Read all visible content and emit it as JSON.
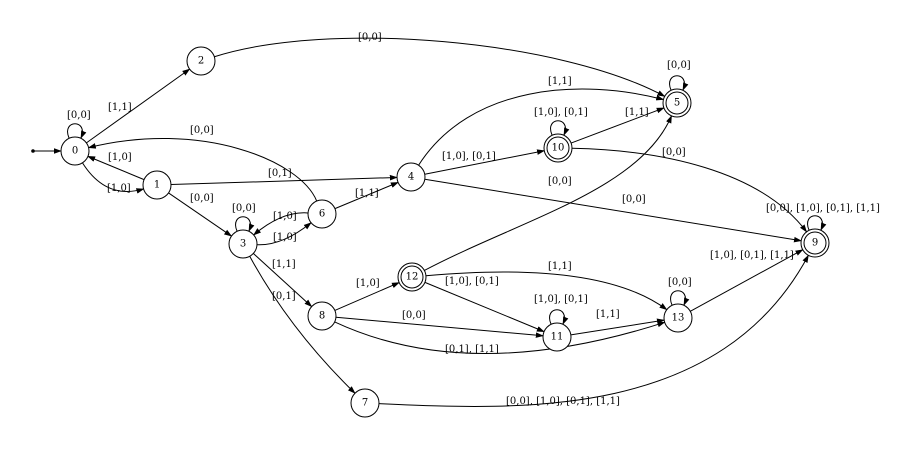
{
  "automaton": {
    "nodes": [
      {
        "id": "0",
        "accepting": false,
        "initial": true
      },
      {
        "id": "1",
        "accepting": false
      },
      {
        "id": "2",
        "accepting": false
      },
      {
        "id": "3",
        "accepting": false
      },
      {
        "id": "4",
        "accepting": false
      },
      {
        "id": "5",
        "accepting": true
      },
      {
        "id": "6",
        "accepting": false
      },
      {
        "id": "7",
        "accepting": false
      },
      {
        "id": "8",
        "accepting": false
      },
      {
        "id": "9",
        "accepting": true
      },
      {
        "id": "10",
        "accepting": true
      },
      {
        "id": "11",
        "accepting": false
      },
      {
        "id": "12",
        "accepting": true
      },
      {
        "id": "13",
        "accepting": false
      }
    ],
    "edges": [
      {
        "from": "0",
        "to": "0",
        "label": "[0,0]"
      },
      {
        "from": "0",
        "to": "2",
        "label": "[1,1]"
      },
      {
        "from": "0",
        "to": "1",
        "label": "[1,0]"
      },
      {
        "from": "1",
        "to": "0",
        "label": "[1,0]"
      },
      {
        "from": "1",
        "to": "4",
        "label": "[0,1]"
      },
      {
        "from": "1",
        "to": "3",
        "label": "[0,0]"
      },
      {
        "from": "2",
        "to": "5",
        "label": "[0,0]"
      },
      {
        "from": "3",
        "to": "3",
        "label": "[0,0]"
      },
      {
        "from": "3",
        "to": "6",
        "label": "[1,0]"
      },
      {
        "from": "3",
        "to": "8",
        "label": "[1,1]"
      },
      {
        "from": "3",
        "to": "7",
        "label": "[0,1]"
      },
      {
        "from": "6",
        "to": "3",
        "label": "[1,0]"
      },
      {
        "from": "6",
        "to": "0",
        "label": "[0,0]"
      },
      {
        "from": "6",
        "to": "4",
        "label": "[1,1]"
      },
      {
        "from": "4",
        "to": "5",
        "label": "[1,1]"
      },
      {
        "from": "4",
        "to": "10",
        "label": "[1,0], [0,1]"
      },
      {
        "from": "4",
        "to": "9",
        "label": "[0,0]"
      },
      {
        "from": "5",
        "to": "5",
        "label": "[0,0]"
      },
      {
        "from": "10",
        "to": "10",
        "label": "[1,0], [0,1]"
      },
      {
        "from": "10",
        "to": "5",
        "label": "[1,1]"
      },
      {
        "from": "10",
        "to": "9",
        "label": "[0,0]"
      },
      {
        "from": "12",
        "to": "5",
        "label": "[0,0]"
      },
      {
        "from": "12",
        "to": "13",
        "label": "[1,1]"
      },
      {
        "from": "12",
        "to": "11",
        "label": "[1,0], [0,1]"
      },
      {
        "from": "8",
        "to": "12",
        "label": "[1,0]"
      },
      {
        "from": "8",
        "to": "11",
        "label": "[0,0]"
      },
      {
        "from": "8",
        "to": "13",
        "label": "[0,1], [1,1]"
      },
      {
        "from": "11",
        "to": "11",
        "label": "[1,0], [0,1]"
      },
      {
        "from": "11",
        "to": "13",
        "label": "[1,1]"
      },
      {
        "from": "13",
        "to": "13",
        "label": "[0,0]"
      },
      {
        "from": "13",
        "to": "9",
        "label": "[1,0], [0,1], [1,1]"
      },
      {
        "from": "9",
        "to": "9",
        "label": "[0,0], [1,0], [0,1], [1,1]"
      },
      {
        "from": "7",
        "to": "9",
        "label": "[0,0], [1,0], [0,1], [1,1]"
      }
    ]
  }
}
